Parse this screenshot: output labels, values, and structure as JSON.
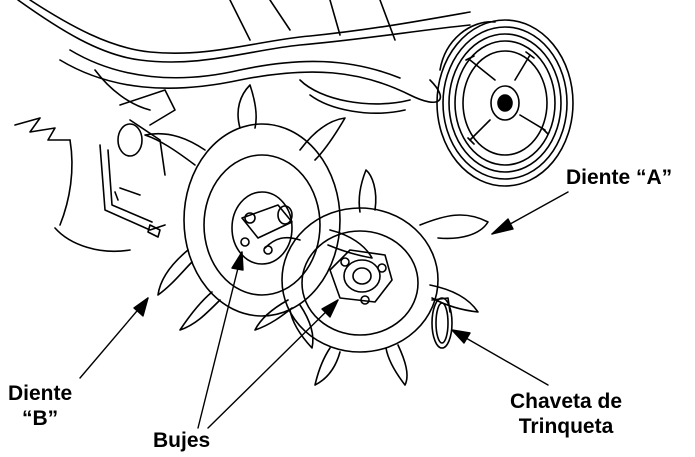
{
  "labels": {
    "tine_a": "Diente “A”",
    "tine_b_line1": "Diente",
    "tine_b_line2": "“B”",
    "bushings": "Bujes",
    "clip_line1": "Chaveta de",
    "clip_line2": "Trinqueta"
  },
  "colors": {
    "line": "#000000",
    "background": "#ffffff"
  }
}
